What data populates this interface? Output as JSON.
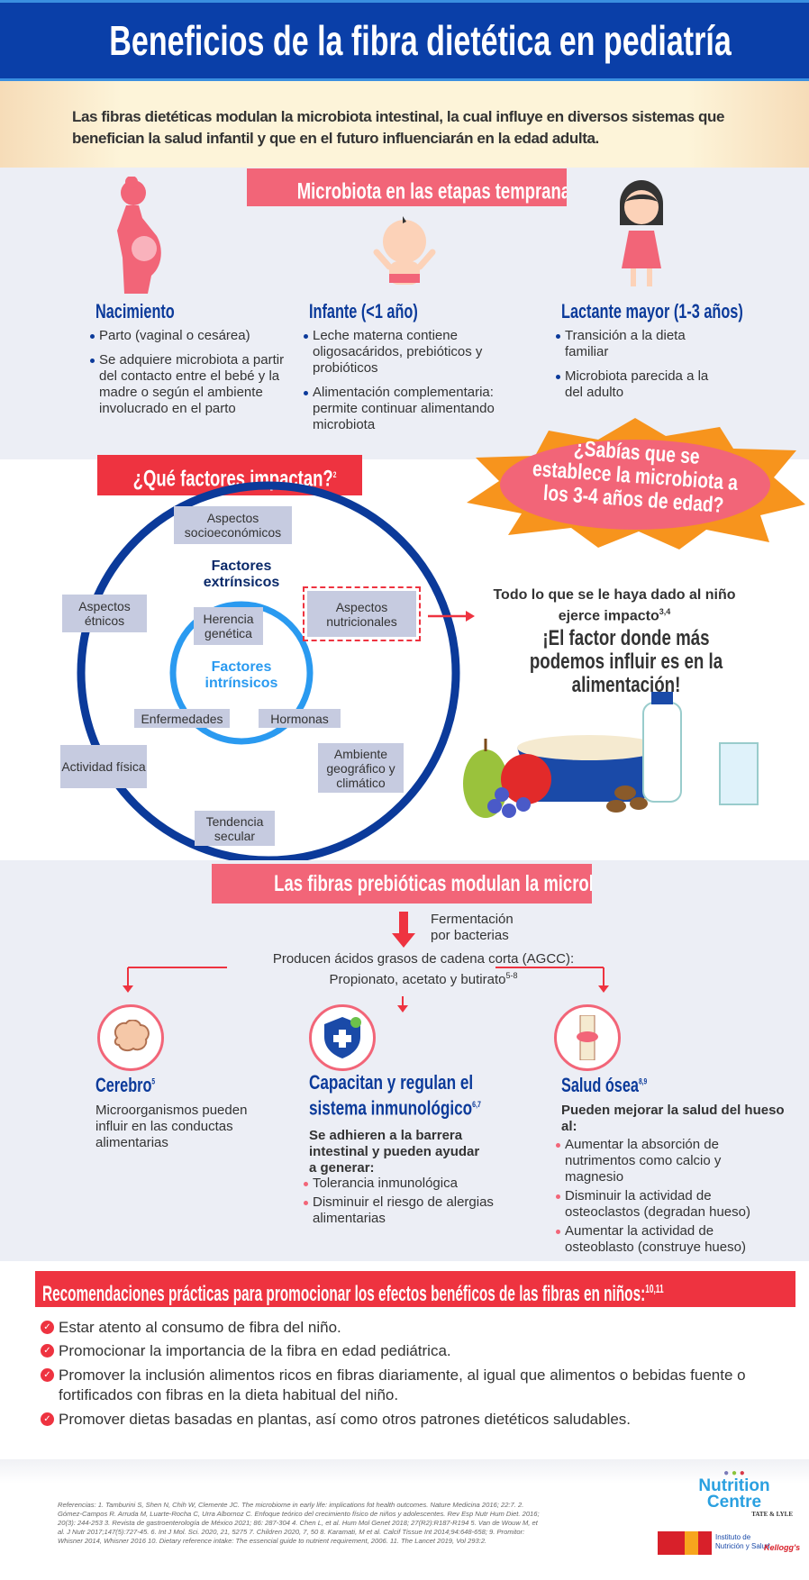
{
  "title": "Beneficios de la fibra dietética en pediatría",
  "intro": "Las fibras dietéticas modulan la microbiota intestinal, la cual influye en diversos sistemas que benefician la salud infantil y que en el futuro influenciarán en la edad adulta.",
  "stages": {
    "title": "Microbiota en las etapas tempranas",
    "title_ref": "1",
    "columns": [
      {
        "heading": "Nacimiento",
        "bullets": [
          "Parto (vaginal o cesárea)",
          "Se adquiere microbiota a partir del contacto entre el bebé y la madre o según el ambiente involucrado en el parto"
        ]
      },
      {
        "heading": "Infante (<1 año)",
        "bullets": [
          "Leche materna contiene oligosacáridos, prebióticos y probióticos",
          "Alimentación complementaria: permite continuar alimentando microbiota"
        ]
      },
      {
        "heading": "Lactante mayor (1-3 años)",
        "bullets": [
          "Transición a la dieta familiar",
          "Microbiota parecida a la del adulto"
        ]
      }
    ]
  },
  "factors": {
    "title": "¿Qué  factores impactan?",
    "title_ref": "2",
    "extrinsic_label": "Factores extrínsicos",
    "intrinsic_label": "Factores intrínsicos",
    "boxes": {
      "socio": "Aspectos socioeconómicos",
      "etnicos": "Aspectos étnicos",
      "herencia": "Herencia genética",
      "nutricionales": "Aspectos nutricionales",
      "enfermedades": "Enfermedades",
      "hormonas": "Hormonas",
      "actividad": "Actividad física",
      "ambiente": "Ambiente geográfico y climático",
      "tendencia": "Tendencia secular"
    },
    "burst": "¿Sabías que se establece la microbiota a los 3-4 años de edad?",
    "impact": "Todo lo que se le haya dado al niño ejerce impacto",
    "impact_ref": "3,4",
    "highlight": "¡El factor donde más podemos influir es en la alimentación!"
  },
  "prebiotics": {
    "title": "Las fibras prebióticas modulan la microbiota",
    "fermentation": "Fermentación por bacterias",
    "agcc": "Producen ácidos grasos de cadena corta (AGCC):",
    "agcc2": "Propionato, acetato y butirato",
    "agcc_ref": "5-8",
    "cols": [
      {
        "icon": "brain-icon",
        "heading": "Cerebro",
        "ref": "5",
        "text": "Microorganismos pueden influir en las conductas alimentarias"
      },
      {
        "icon": "shield-icon",
        "heading": "Capacitan y regulan el sistema inmunológico",
        "ref": "6,7",
        "bold": "Se adhieren a la barrera intestinal y pueden ayudar a generar:",
        "bullets": [
          "Tolerancia inmunológica",
          "Disminuir el riesgo de alergias alimentarias"
        ]
      },
      {
        "icon": "knee-icon",
        "heading": "Salud ósea",
        "ref": "8,9",
        "bold": "Pueden mejorar la salud del hueso al:",
        "bullets": [
          "Aumentar la absorción de nutrimentos como calcio y magnesio",
          "Disminuir la actividad de osteoclastos (degradan hueso)",
          "Aumentar la actividad de osteoblasto (construye hueso)"
        ]
      }
    ]
  },
  "recommendations": {
    "title": "Recomendaciones prácticas para promocionar los efectos benéficos de las fibras en niños:",
    "title_ref": "10,11",
    "items": [
      "Estar atento al consumo de fibra del niño.",
      "Promocionar la importancia de la fibra en edad pediátrica.",
      "Promover la inclusión alimentos ricos en fibras diariamente, al igual que alimentos o bebidas fuente o fortificados con fibras en la dieta habitual del niño.",
      "Promover dietas basadas en plantas, así como otros patrones dietéticos saludables."
    ]
  },
  "references": "Referencias: 1. Tamburini S, Shen N, Chih W, Clemente JC. The microbiome in early life: implications fot health outcomes. Nature Medicina 2016; 22:7. 2. Gómez-Campos R. Arruda M, Luarte-Rocha C, Urra Albornoz C. Enfoque teórico del crecimiento físico de niños y adolescentes. Rev Esp Nutr Hum Diet. 2016; 20(3): 244-253 3. Revista de gastroenterología de México 2021; 86: 287-304 4. Chen L, et al. Hum Mol Genet 2018; 27(R2):R187-R194 5. Van de Wouw M, et al. J Nutr 2017;147(5):727-45. 6. Int J Mol. Sci. 2020, 21, 5275 7. Children 2020, 7, 50 8. Karamati, M et al. Calcif Tissue Int 2014;94:648-658; 9. Promitor: Whisner 2014, Whisner 2016 10. Dietary reference intake: The essencial guide to nutrient requirement, 2006. 11. The Lancet 2019, Vol 293:2.",
  "logos": {
    "nutrition": "Nutrition Centre",
    "tate": "TATE & LYLE",
    "insk": "Instituto de Nutrición y Salud",
    "kelloggs": "Kellogg's"
  },
  "colors": {
    "blue": "#0a3fa8",
    "pink": "#f26578",
    "red": "#ee3340",
    "orange": "#f7941d",
    "grey": "#eceef5",
    "box": "#c6cbe0"
  }
}
